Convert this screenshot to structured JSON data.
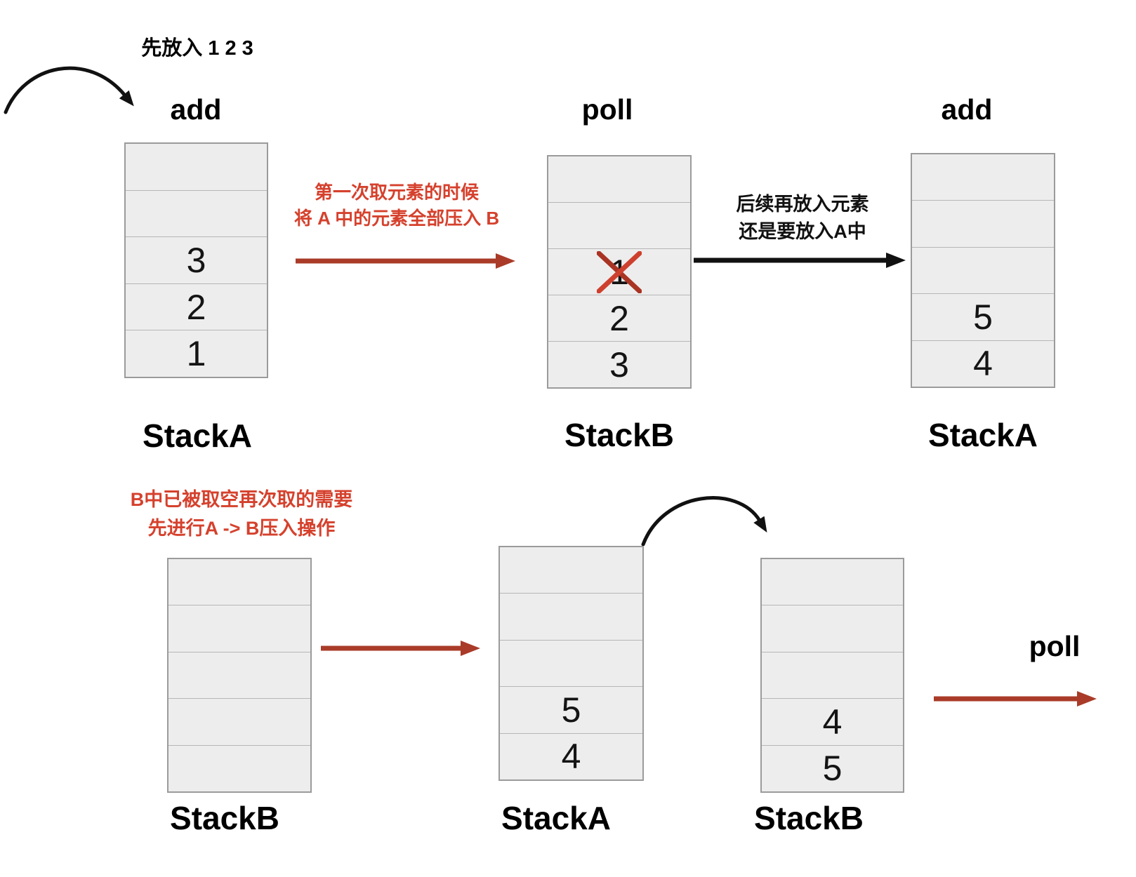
{
  "colors": {
    "red_text": "#d5412d",
    "red_arrow": "#a93b28",
    "black_arrow": "#111111",
    "cell_fill": "#ededed",
    "cell_border": "#b6b6b6",
    "stack_border": "#9b9b9b",
    "cross_light": "#ce402e",
    "cross_dark": "#a93424"
  },
  "intro": {
    "text": "先放入 1 2 3"
  },
  "top_row": {
    "left_stack": {
      "op": "add",
      "label": "StackA",
      "cells": [
        "",
        "",
        "3",
        "2",
        "1"
      ]
    },
    "mid_stack": {
      "op": "poll",
      "label": "StackB",
      "cells": [
        "",
        "",
        "1",
        "2",
        "3"
      ]
    },
    "right_stack": {
      "op": "add",
      "label": "StackA",
      "cells": [
        "",
        "",
        "",
        "5",
        "4"
      ]
    },
    "red_note": {
      "line1": "第一次取元素的时候",
      "line2": "将 A 中的元素全部压入 B"
    },
    "black_note": {
      "line1": "后续再放入元素",
      "line2": "还是要放入A中"
    }
  },
  "bottom_row": {
    "left_stack": {
      "label": "StackB",
      "cells": [
        "",
        "",
        "",
        "",
        ""
      ]
    },
    "mid_stack": {
      "label": "StackA",
      "cells": [
        "",
        "",
        "",
        "5",
        "4"
      ]
    },
    "right_stack": {
      "label": "StackB",
      "cells": [
        "",
        "",
        "",
        "4",
        "5"
      ]
    },
    "red_note": {
      "line1": "B中已被取空再次取的需要",
      "line2": "先进行A -> B压入操作"
    },
    "poll_label": "poll"
  }
}
